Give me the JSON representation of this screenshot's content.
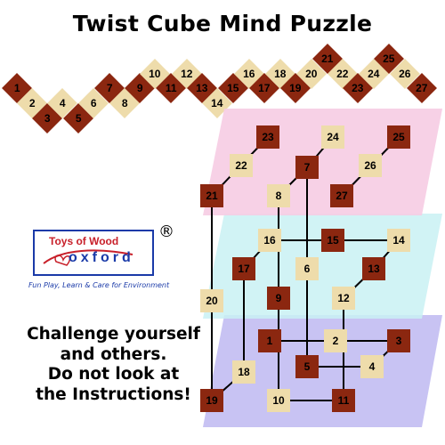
{
  "title": "Twist Cube Mind Puzzle",
  "colors": {
    "dark_cube": "#8b2710",
    "light_cube": "#eedcab",
    "layer_top": "#f6cce3",
    "layer_mid": "#c9f1f3",
    "layer_bottom": "#c2bcf2",
    "link": "#000000"
  },
  "strip_cubes": [
    "1",
    "2",
    "3",
    "4",
    "5",
    "6",
    "7",
    "8",
    "9",
    "10",
    "11",
    "12",
    "13",
    "14",
    "15",
    "16",
    "17",
    "18",
    "19",
    "20",
    "21",
    "22",
    "23",
    "24",
    "25",
    "26",
    "27"
  ],
  "layers": {
    "top": [
      "21",
      "22",
      "23",
      "8",
      "7",
      "24",
      "27",
      "26",
      "25"
    ],
    "middle": [
      "20",
      "17",
      "16",
      "9",
      "6",
      "15",
      "12",
      "13",
      "14"
    ],
    "bottom": [
      "19",
      "18",
      "10",
      "1",
      "5",
      "2",
      "11",
      "4",
      "3"
    ]
  },
  "logo": {
    "brand_top": "Toys of Wood",
    "brand_bottom": "oxford",
    "registered": "®",
    "tagline": "Fun Play, Learn & Care for Environment"
  },
  "challenge_text": [
    "Challenge yourself",
    "and others.",
    "Do not look at",
    "the Instructions!"
  ]
}
